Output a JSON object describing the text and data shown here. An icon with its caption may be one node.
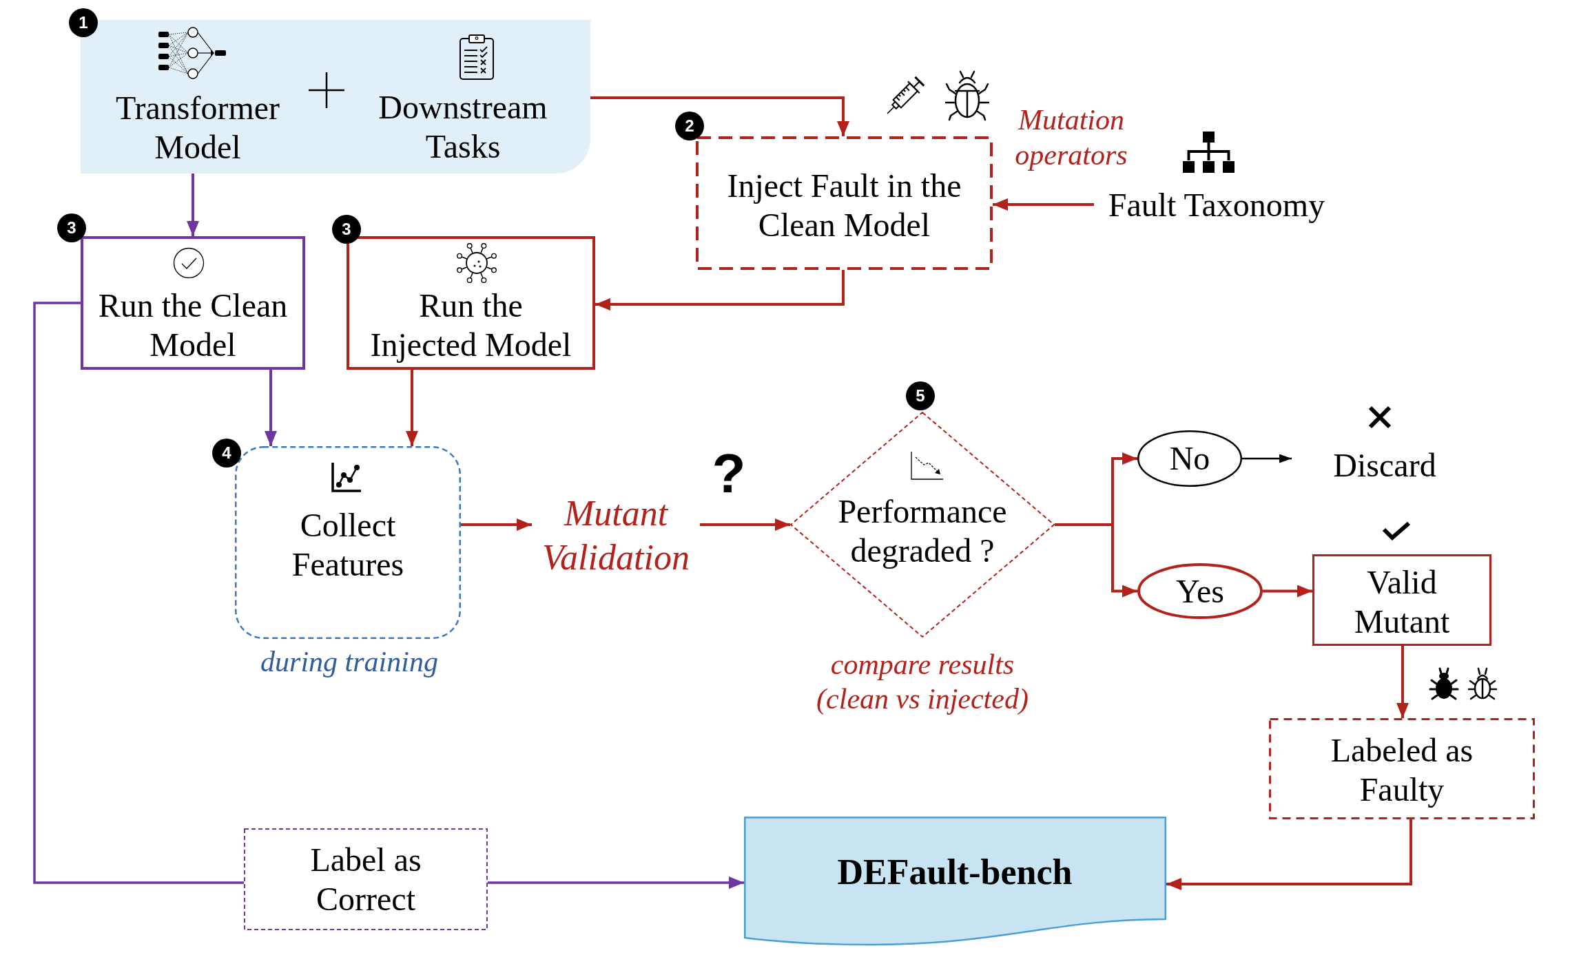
{
  "diagram": {
    "nodes": [
      {
        "text": [
          "Transformer Model",
          "Downstream Tasks"
        ]
      },
      {
        "text": [
          "Inject Fault in the Clean Model"
        ]
      },
      {
        "text": [
          "Fault Taxonomy"
        ]
      },
      {
        "text": [
          "Run the Clean Model"
        ]
      },
      {
        "text": [
          "Run the Injected Model"
        ]
      },
      {
        "text": [
          "Collect Features"
        ],
        "beside": [
          "during training"
        ]
      },
      {
        "text": [
          "Mutant Validation"
        ]
      },
      {
        "text": [
          "Performance degraded ?"
        ],
        "beside": [
          "compare results (clean vs injected)"
        ]
      },
      {
        "text": [
          "No"
        ]
      },
      {
        "text": [
          "Discard"
        ]
      },
      {
        "text": [
          "Yes"
        ]
      },
      {
        "text": [
          "Valid Mutant"
        ]
      },
      {
        "text": [
          "Labeled as Faulty"
        ]
      },
      {
        "text": [
          "Label as Correct"
        ]
      },
      {
        "text": [
          "DEFault-bench"
        ]
      }
    ],
    "edges": [
      {
        "from": 0,
        "to": 1,
        "arrow": "to"
      },
      {
        "from": 2,
        "to": 1,
        "arrow": "to"
      },
      {
        "from": 0,
        "to": 3,
        "arrow": "to",
        "color": "#6d36a2"
      },
      {
        "from": 1,
        "to": 4,
        "arrow": "to"
      },
      {
        "from": 3,
        "to": 5,
        "arrow": "to",
        "color": "#6d36a2"
      },
      {
        "from": 4,
        "to": 5,
        "arrow": "to"
      },
      {
        "from": 5,
        "to": 6,
        "arrow": "to"
      },
      {
        "from": 6,
        "to": 7,
        "arrow": "to"
      },
      {
        "from": 7,
        "to": 8,
        "arrow": "to"
      },
      {
        "from": 7,
        "to": 10,
        "arrow": "to"
      },
      {
        "from": 8,
        "to": 9,
        "arrow": "to",
        "color": "#000000"
      },
      {
        "from": 10,
        "to": 11,
        "arrow": "to"
      },
      {
        "from": 11,
        "to": 12,
        "arrow": "to"
      },
      {
        "from": 3,
        "to": 13,
        "arrow": "none",
        "color": "#6d36a2"
      },
      {
        "from": 13,
        "to": 14,
        "arrow": "to",
        "color": "#6d36a2"
      },
      {
        "from": 12,
        "to": 14,
        "arrow": "to"
      }
    ],
    "labels": [
      "1",
      "2",
      "Mutation operators",
      "3",
      "3",
      "5",
      "4",
      "?"
    ]
  }
}
